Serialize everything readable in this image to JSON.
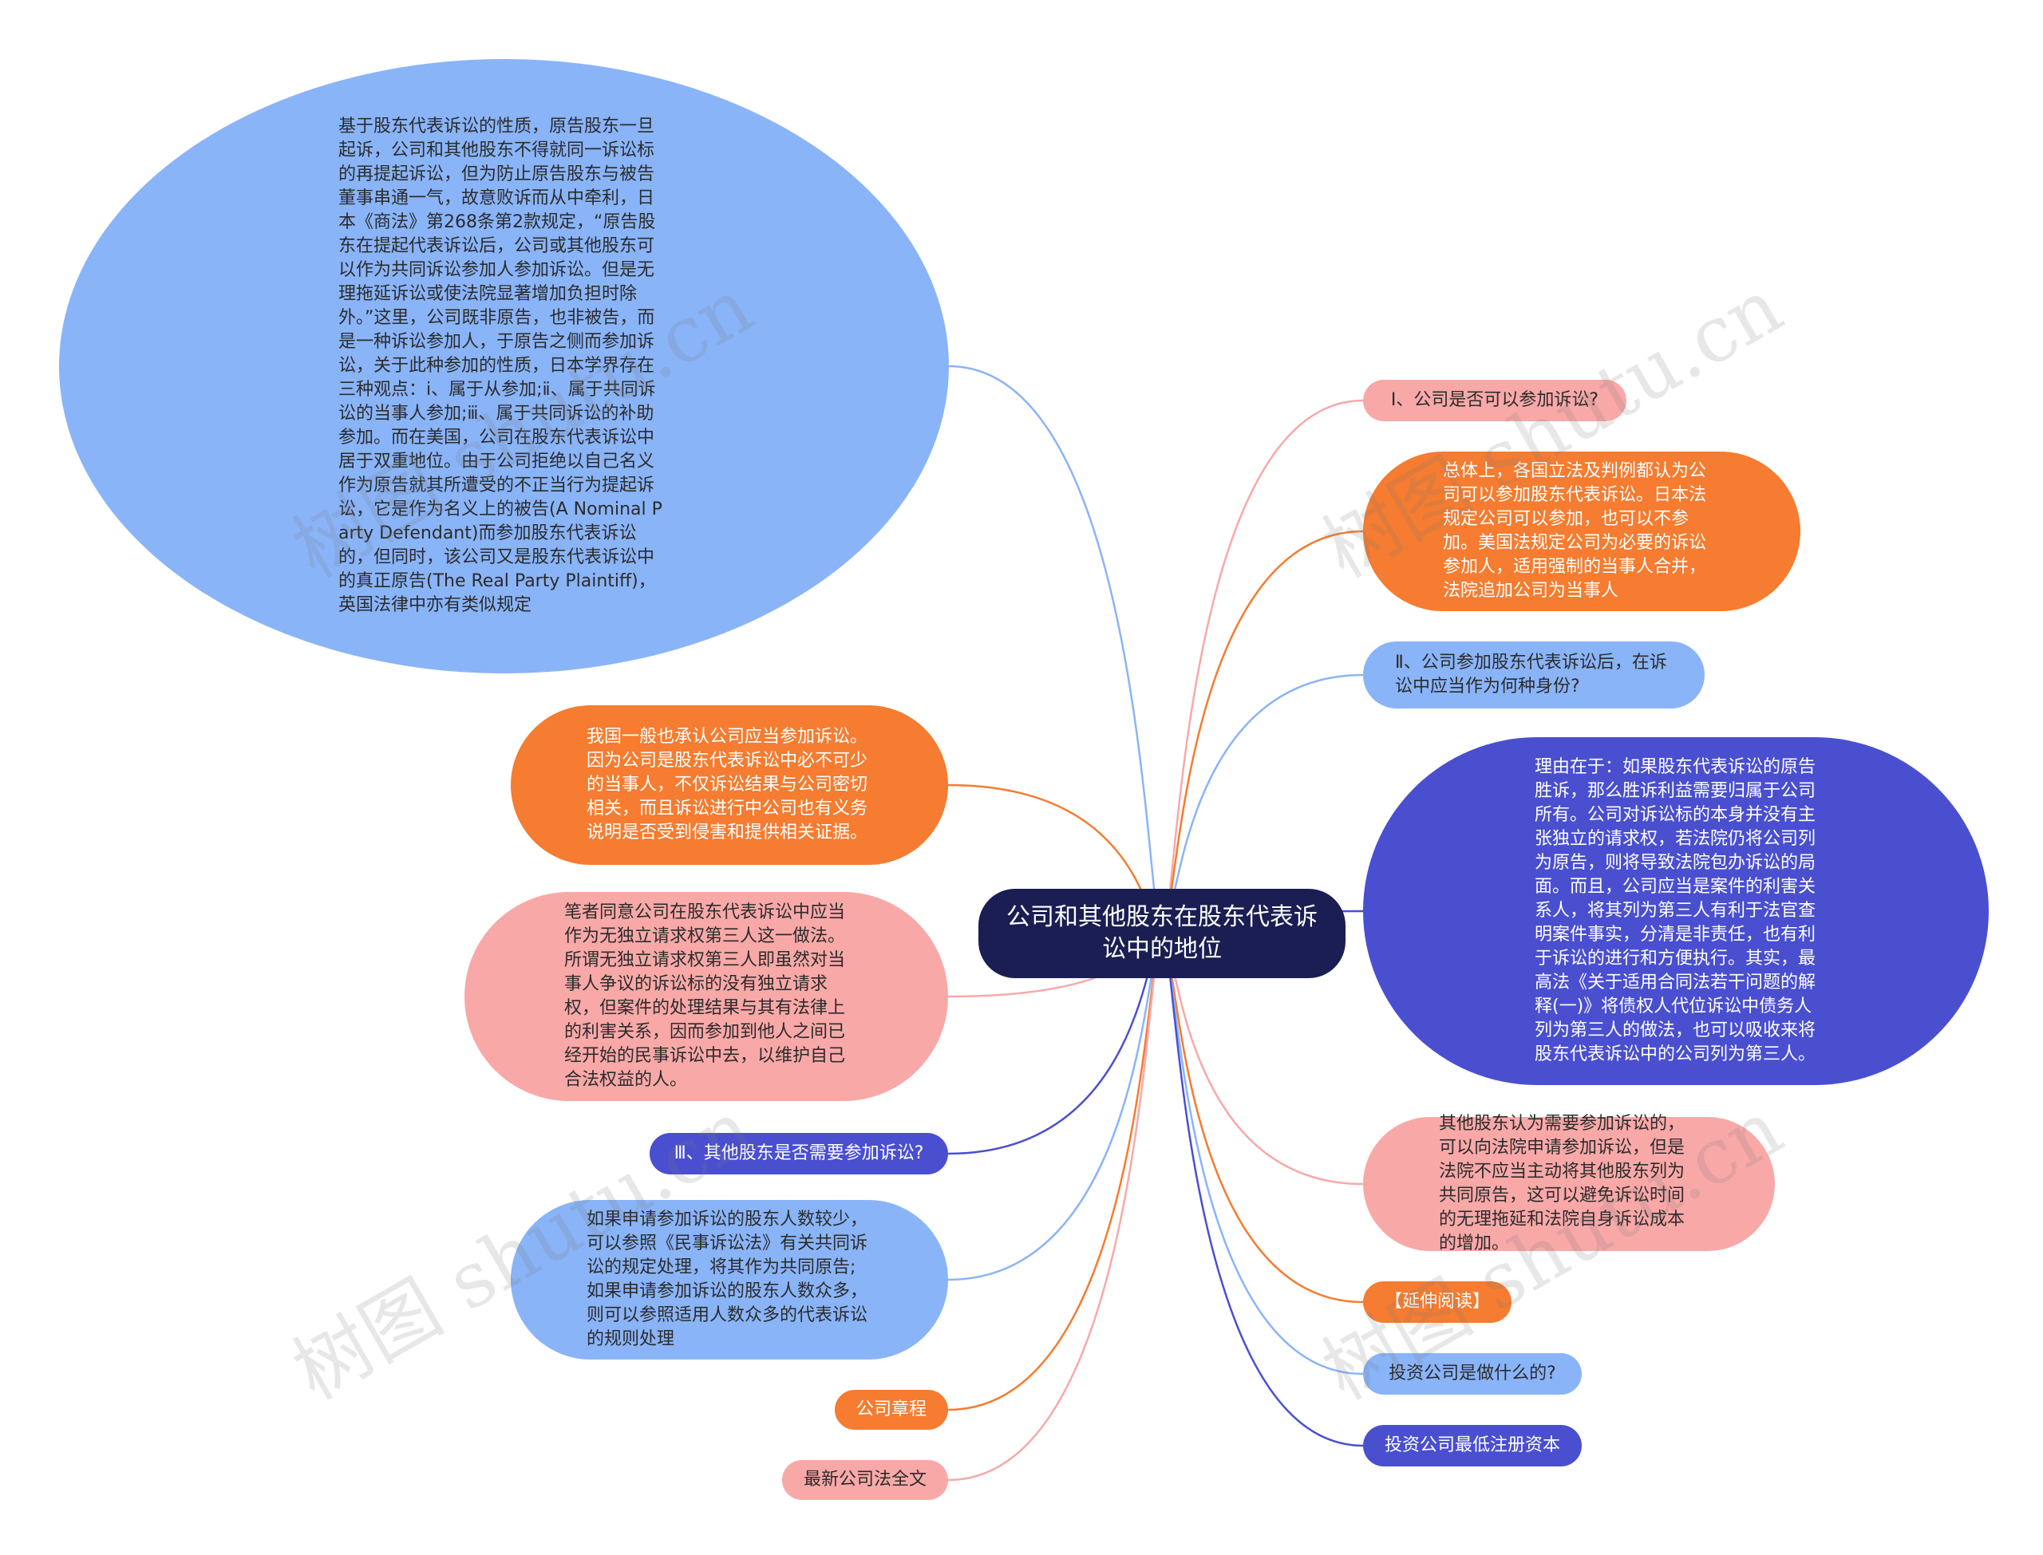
{
  "root": {
    "text": "公司和其他股东在股东代表诉讼中的地位"
  },
  "left": [
    {
      "text": "基于股东代表诉讼的性质，原告股东一旦起诉，公司和其他股东不得就同一诉讼标的再提起诉讼，但为防止原告股东与被告董事串通一气，故意败诉而从中牵利，日本《商法》第268条第2款规定，“原告股东在提起代表诉讼后，公司或其他股东可以作为共同诉讼参加人参加诉讼。但是无理拖延诉讼或使法院显著增加负担时除外。”这里，公司既非原告，也非被告，而是一种诉讼参加人，于原告之侧而参加诉讼，关于此种参加的性质，日本学界存在三种观点：ⅰ、属于从参加;ⅱ、属于共同诉讼的当事人参加;ⅲ、属于共同诉讼的补助参加。而在美国，公司在股东代表诉讼中居于双重地位。由于公司拒绝以自己名义作为原告就其所遭受的不正当行为提起诉讼，它是作为名义上的被告(A Nominal Party Defendant)而参加股东代表诉讼的，但同时，该公司又是股东代表诉讼中的真正原告(The Real Party Plaintiff)，英国法律中亦有类似规定",
      "color": "#8ab4f8"
    },
    {
      "text": "我国一般也承认公司应当参加诉讼。因为公司是股东代表诉讼中必不可少的当事人，不仅诉讼结果与公司密切相关，而且诉讼进行中公司也有义务说明是否受到侵害和提供相关证据。",
      "color": "#f57c30"
    },
    {
      "text": "笔者同意公司在股东代表诉讼中应当作为无独立请求权第三人这一做法。所谓无独立请求权第三人即虽然对当事人争议的诉讼标的没有独立请求权，但案件的处理结果与其有法律上的利害关系，因而参加到他人之间已经开始的民事诉讼中去，以维护自己合法权益的人。",
      "color": "#f9a8a8"
    },
    {
      "text": "Ⅲ、其他股东是否需要参加诉讼?",
      "color": "#4a4fd0"
    },
    {
      "text": "如果申请参加诉讼的股东人数较少，可以参照《民事诉讼法》有关共同诉讼的规定处理，将其作为共同原告;如果申请参加诉讼的股东人数众多，则可以参照适用人数众多的代表诉讼的规则处理",
      "color": "#8ab4f8"
    },
    {
      "text": "公司章程",
      "color": "#f57c30"
    },
    {
      "text": "最新公司法全文",
      "color": "#f9a8a8"
    }
  ],
  "right": [
    {
      "text": "Ⅰ、公司是否可以参加诉讼?",
      "color": "#f9a8a8"
    },
    {
      "text": "总体上，各国立法及判例都认为公司可以参加股东代表诉讼。日本法规定公司可以参加，也可以不参加。美国法规定公司为必要的诉讼参加人，适用强制的当事人合并，法院追加公司为当事人",
      "color": "#f57c30"
    },
    {
      "text": "Ⅱ、公司参加股东代表诉讼后，在诉讼中应当作为何种身份?",
      "color": "#8ab4f8"
    },
    {
      "text": "理由在于：如果股东代表诉讼的原告胜诉，那么胜诉利益需要归属于公司所有。公司对诉讼标的本身并没有主张独立的请求权，若法院仍将公司列为原告，则将导致法院包办诉讼的局面。而且，公司应当是案件的利害关系人，将其列为第三人有利于法官查明案件事实，分清是非责任，也有利于诉讼的进行和方便执行。其实，最高法《关于适用合同法若干问题的解释(一)》将债权人代位诉讼中债务人列为第三人的做法，也可以吸收来将股东代表诉讼中的公司列为第三人。",
      "color": "#4a4fd0"
    },
    {
      "text": "其他股东认为需要参加诉讼的，可以向法院申请参加诉讼，但是法院不应当主动将其他股东列为共同原告，这可以避免诉讼时间的无理拖延和法院自身诉讼成本的增加。",
      "color": "#f9a8a8"
    },
    {
      "text": "【延伸阅读】",
      "color": "#f57c30"
    },
    {
      "text": "投资公司是做什么的?",
      "color": "#8ab4f8"
    },
    {
      "text": "投资公司最低注册资本",
      "color": "#4a4fd0"
    }
  ],
  "watermark": "树图 shutu.cn"
}
